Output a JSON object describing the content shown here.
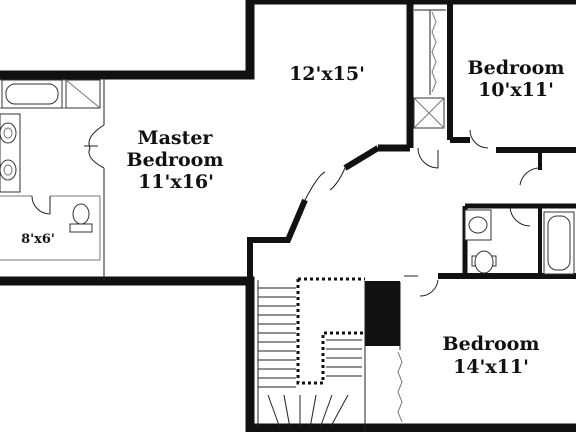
{
  "rooms": {
    "master_name_line1": "Master",
    "master_name_line2": "Bedroom",
    "master_size": "11'x16'",
    "upper_room_size": "12'x15'",
    "bedroom_ne_name": "Bedroom",
    "bedroom_ne_size": "10'x11'",
    "bedroom_se_name": "Bedroom",
    "bedroom_se_size": "14'x11'",
    "master_bath_size": "8'x6'"
  },
  "colors": {
    "wall": "#111111",
    "background": "#ffffff",
    "fixture_line": "#333333"
  }
}
